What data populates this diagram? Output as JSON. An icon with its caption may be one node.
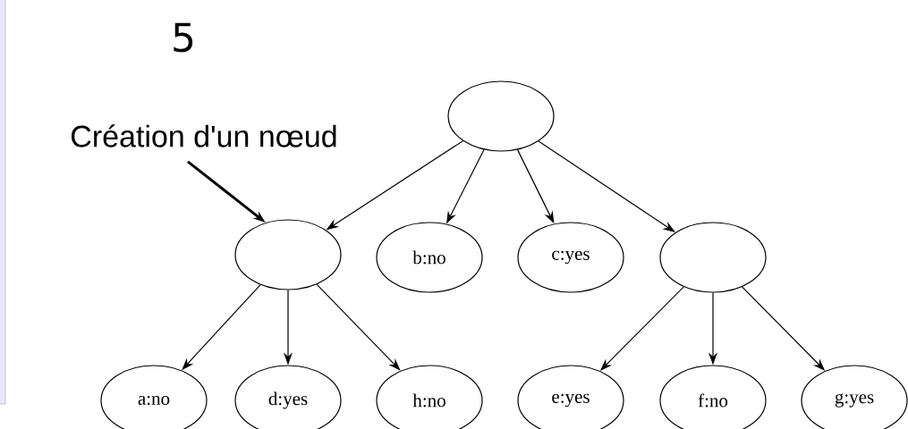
{
  "diagram": {
    "title": "5",
    "nodes": [
      {
        "text": [],
        "shape": "ellipse"
      },
      {
        "text": [
          "Création d'un nœud"
        ]
      },
      {
        "text": [],
        "shape": "ellipse"
      },
      {
        "text": [
          "b:no"
        ]
      },
      {
        "text": [
          "c:yes"
        ]
      },
      {
        "text": [],
        "shape": "ellipse"
      },
      {
        "text": [
          "a:no"
        ]
      },
      {
        "text": [
          "d:yes"
        ]
      },
      {
        "text": [
          "h:no"
        ]
      },
      {
        "text": [
          "e:yes"
        ]
      },
      {
        "text": [
          "f:no"
        ]
      },
      {
        "text": [
          "g:yes"
        ]
      }
    ],
    "edges": [
      {
        "from": 0,
        "to": 2,
        "arrow": "to"
      },
      {
        "from": 0,
        "to": 3,
        "arrow": "to"
      },
      {
        "from": 0,
        "to": 4,
        "arrow": "to"
      },
      {
        "from": 0,
        "to": 5,
        "arrow": "to"
      },
      {
        "from": 2,
        "to": 6,
        "arrow": "to"
      },
      {
        "from": 2,
        "to": 7,
        "arrow": "to"
      },
      {
        "from": 2,
        "to": 8,
        "arrow": "to"
      },
      {
        "from": 5,
        "to": 9,
        "arrow": "to"
      },
      {
        "from": 5,
        "to": 10,
        "arrow": "to"
      },
      {
        "from": 5,
        "to": 11,
        "arrow": "to"
      },
      {
        "from": 1,
        "to": 2,
        "arrow": "to",
        "style": "thick"
      }
    ]
  }
}
